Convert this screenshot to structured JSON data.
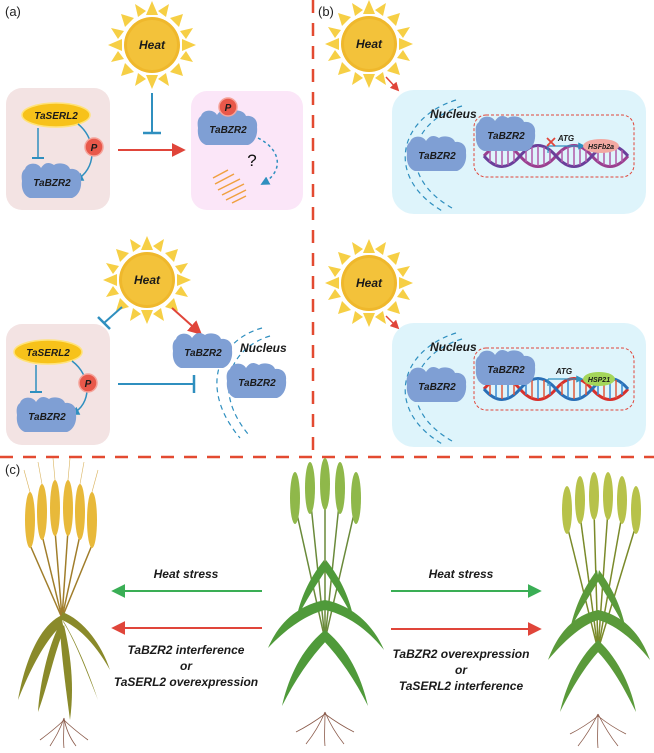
{
  "panels": {
    "a": "(a)",
    "b": "(b)",
    "c": "(c)"
  },
  "labels": {
    "heat": "Heat",
    "taserl2": "TaSERL2",
    "tabzr2": "TaBZR2",
    "phospho": "P",
    "question": "?",
    "nucleus": "Nucleus",
    "atg": "ATG",
    "hsfb2a": "HSFb2a",
    "hsp21": "HSP21"
  },
  "panel_c": {
    "heat_stress": "Heat stress",
    "left_line1": "TaBZR2 interference",
    "left_line2": "or",
    "left_line3": "TaSERL2 overexpression",
    "right_line1": "TaBZR2 overexpression",
    "right_line2": "or",
    "right_line3": "TaSERL2 interference"
  },
  "colors": {
    "sun": "#f0c030",
    "sun_ray": "#f6cf45",
    "protein": "#7f9fd4",
    "taserl2": "#f7c21a",
    "phospho": "#e8584a",
    "pink_box": "#f3e3e3",
    "purple_box": "#fbe6f8",
    "nucleus_box": "#def4fb",
    "red_arrow": "#e0453a",
    "blue_inhibit": "#2f8fbf",
    "green_arrow": "#3aae55",
    "divider": "#e34a31"
  }
}
